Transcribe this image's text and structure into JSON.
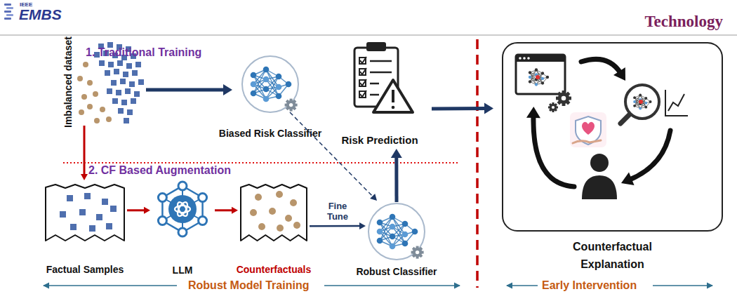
{
  "diagram": {
    "nodes": [
      {
        "text": [
          "Imbalanced dataset"
        ]
      },
      {
        "text": [
          "Biased Risk Classifier"
        ]
      },
      {
        "text": [
          "Risk Prediction"
        ]
      },
      {
        "text": [
          "Counterfactual Explanation"
        ]
      },
      {
        "text": [
          "Factual Samples"
        ]
      },
      {
        "text": [
          "LLM"
        ]
      },
      {
        "text": [
          "Counterfactuals"
        ]
      },
      {
        "text": [
          "Robust Classifier"
        ]
      }
    ],
    "edges": [
      {
        "from": 0,
        "to": 1,
        "arrow": "to"
      },
      {
        "from": 0,
        "to": 4,
        "arrow": "to"
      },
      {
        "from": 4,
        "to": 5,
        "arrow": "to"
      },
      {
        "from": 5,
        "to": 6,
        "arrow": "to"
      },
      {
        "from": 6,
        "to": 7,
        "label": "Fine Tune",
        "arrow": "to"
      },
      {
        "from": 1,
        "to": 7,
        "arrow": "to"
      },
      {
        "from": 7,
        "to": 2,
        "arrow": "to"
      },
      {
        "from": 2,
        "to": 3,
        "arrow": "to"
      }
    ],
    "labels": [
      "IEEE",
      "EMBS",
      "Technology",
      "1. Traditional Training",
      "2. CF Based Augmentation",
      "Robust Model Training",
      "Early Intervention"
    ]
  }
}
